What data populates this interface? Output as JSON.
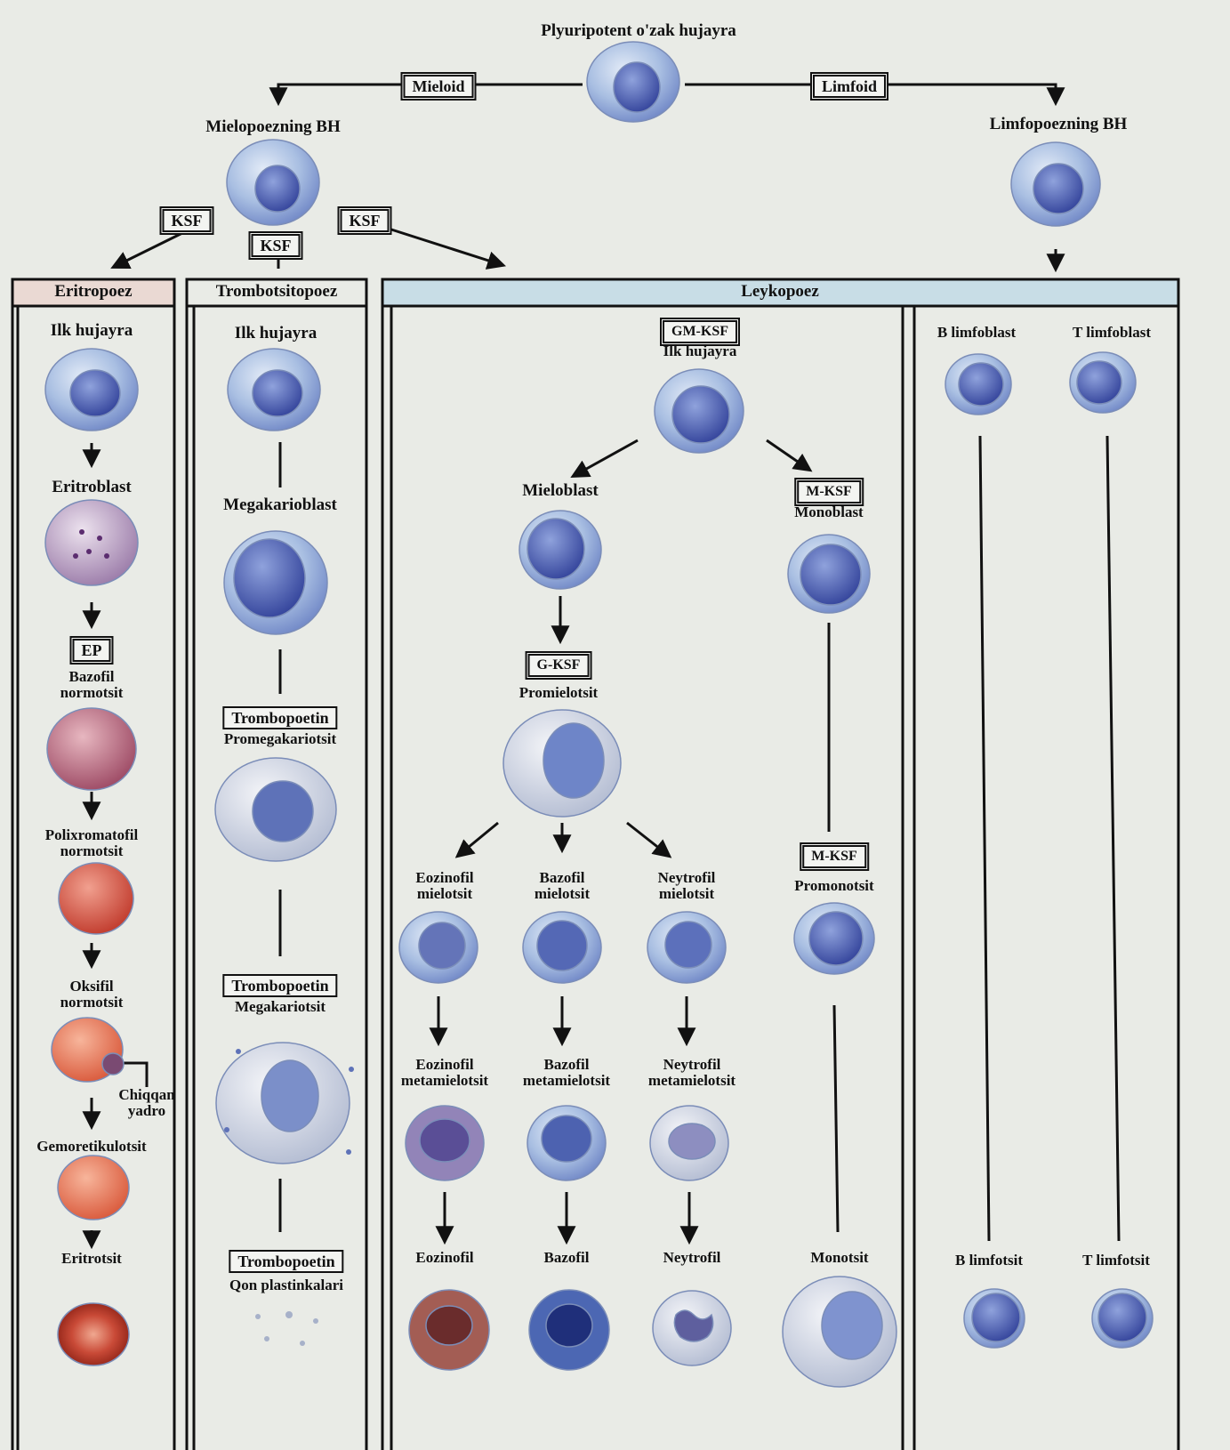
{
  "root": {
    "label": "Plyuripotent o'zak hujayra"
  },
  "branches": {
    "mieloid": "Mieloid",
    "limfoid": "Limfoid"
  },
  "myelo_progenitor": "Mielopoezning BH",
  "lympho_progenitor": "Limfopoezning BH",
  "ksf": [
    "KSF",
    "KSF",
    "KSF"
  ],
  "panels": {
    "eritropoez": "Eritropoez",
    "trombotsitopoez": "Trombotsitopoez",
    "leykopoez": "Leykopoez"
  },
  "eritro": {
    "ilk": "Ilk hujayra",
    "eritroblast": "Eritroblast",
    "ep": "EP",
    "bazofil": "Bazofil normotsit",
    "polixromatofil": "Polixromatofil normotsit",
    "oksifil": "Oksifil normotsit",
    "chiqqan_yadro": "Chiqqan yadro",
    "retikulotsit": "Gemoretikulotsit",
    "eritrotsit": "Eritrotsit"
  },
  "trombo": {
    "ilk": "Ilk hujayra",
    "megakarioblast": "Megakarioblast",
    "trombopoetin_1": "Trombopoetin",
    "promegakariotsit": "Promegakariotsit",
    "trombopoetin_2": "Trombopoetin",
    "megakariotsit": "Megakariotsit",
    "trombopoetin_3": "Trombopoetin",
    "qon_plastinkalari": "Qon plastinkalari"
  },
  "leyko": {
    "gm_ksf": "GM-KSF",
    "ilk": "Ilk hujayra",
    "mieloblast": "Mieloblast",
    "m_ksf_1": "M-KSF",
    "monoblast": "Monoblast",
    "g_ksf": "G-KSF",
    "promielotsit": "Promielotsit",
    "m_ksf_2": "M-KSF",
    "promonotsit": "Promonotsit",
    "eoz_mielotsit": "Eozinofil mielotsit",
    "baz_mielotsit": "Bazofil mielotsit",
    "ney_mielotsit": "Neytrofil mielotsit",
    "eoz_metamielotsit": "Eozinofil metamielotsit",
    "baz_metamielotsit": "Bazofil metamielotsit",
    "ney_metamielotsit": "Neytrofil metamielotsit",
    "eozinofil": "Eozinofil",
    "bazofil": "Bazofil",
    "neytrofil": "Neytrofil",
    "monotsit": "Monotsit"
  },
  "limfo": {
    "b_limfoblast": "B limfoblast",
    "t_limfoblast": "T limfoblast",
    "b_limfotsit": "B limfotsit",
    "t_limfotsit": "T limfotsit"
  },
  "colors": {
    "background": "#e9ebe6",
    "panel_header_eritro": "#ead9d3",
    "panel_header_leyko": "#c8dde6",
    "cell_blue": "#6f86c6",
    "cell_red": "#c44a3a",
    "cell_purple": "#8f6a9a"
  }
}
